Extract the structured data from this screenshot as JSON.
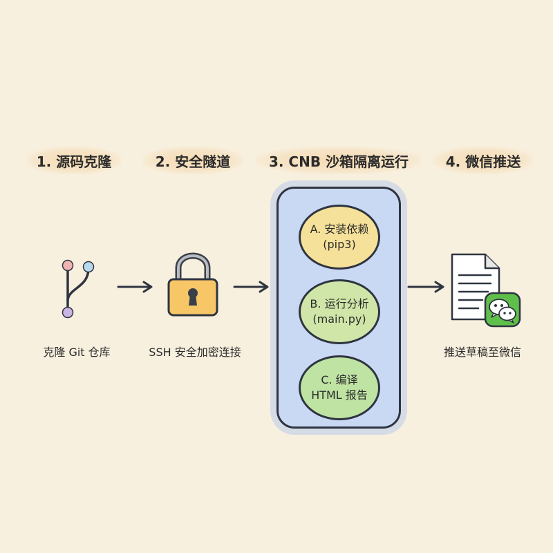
{
  "stages": [
    {
      "title": "1. 源码克隆",
      "caption": "克隆 Git 仓库",
      "icon": "git-branch-icon"
    },
    {
      "title": "2. 安全隧道",
      "caption": "SSH 安全加密连接",
      "icon": "padlock-icon"
    },
    {
      "title": "3. CNB 沙箱隔离运行"
    },
    {
      "title": "4. 微信推送",
      "caption": "推送草稿至微信",
      "icon": "document-wechat-icon"
    }
  ],
  "steps": [
    {
      "line1": "A. 安装依赖",
      "line2": "(pip3)",
      "color": "#f6e19a"
    },
    {
      "line1": "B. 运行分析",
      "line2": "(main.py)",
      "color": "#cfe6a8"
    },
    {
      "line1": "C. 编译",
      "line2": "HTML 报告",
      "color": "#bfe3a3"
    }
  ],
  "colors": {
    "background": "#f8f0df",
    "sandbox": "#c9d8f3",
    "lock_body": "#f7c667",
    "wechat_green": "#5fbf4a",
    "outline": "#2e3440"
  }
}
